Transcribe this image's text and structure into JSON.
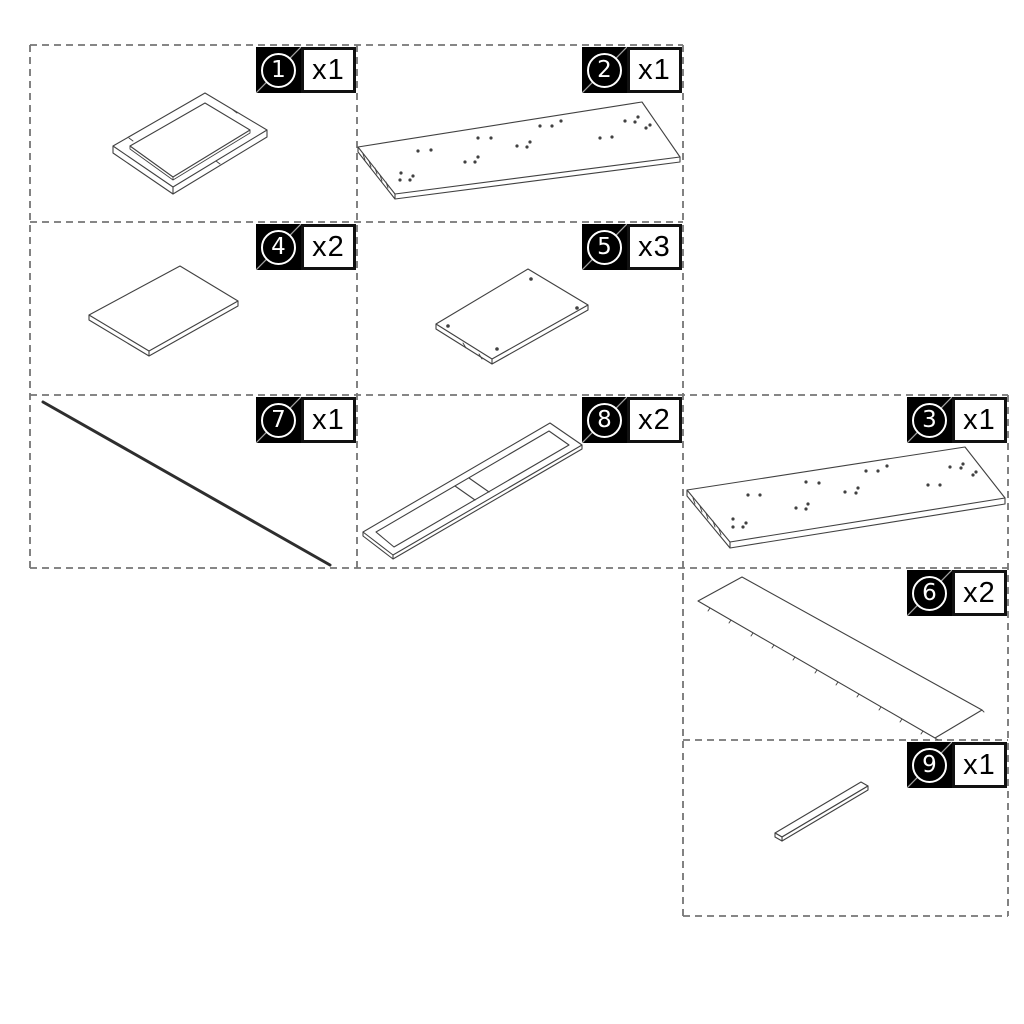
{
  "colors": {
    "background": "#ffffff",
    "grid_dash": "#757575",
    "line_art": "#414141",
    "badge_black": "#000000",
    "badge_number_color": "#ffffff",
    "qty_text_color": "#000000",
    "qty_border": "#111111",
    "qty_bg": "#ffffff"
  },
  "parts": [
    {
      "number": "1",
      "qty": "x1",
      "drawing": "open-frame-panel-icon"
    },
    {
      "number": "2",
      "qty": "x1",
      "drawing": "long-panel-with-holes-icon"
    },
    {
      "number": "3",
      "qty": "x1",
      "drawing": "long-panel-with-holes-icon"
    },
    {
      "number": "4",
      "qty": "x2",
      "drawing": "flat-panel-icon"
    },
    {
      "number": "5",
      "qty": "x3",
      "drawing": "panel-with-corner-holes-icon"
    },
    {
      "number": "6",
      "qty": "x2",
      "drawing": "narrow-long-panel-icon"
    },
    {
      "number": "7",
      "qty": "x1",
      "drawing": "thin-rod-icon"
    },
    {
      "number": "8",
      "qty": "x2",
      "drawing": "ladder-frame-icon"
    },
    {
      "number": "9",
      "qty": "x1",
      "drawing": "small-strip-icon"
    }
  ]
}
